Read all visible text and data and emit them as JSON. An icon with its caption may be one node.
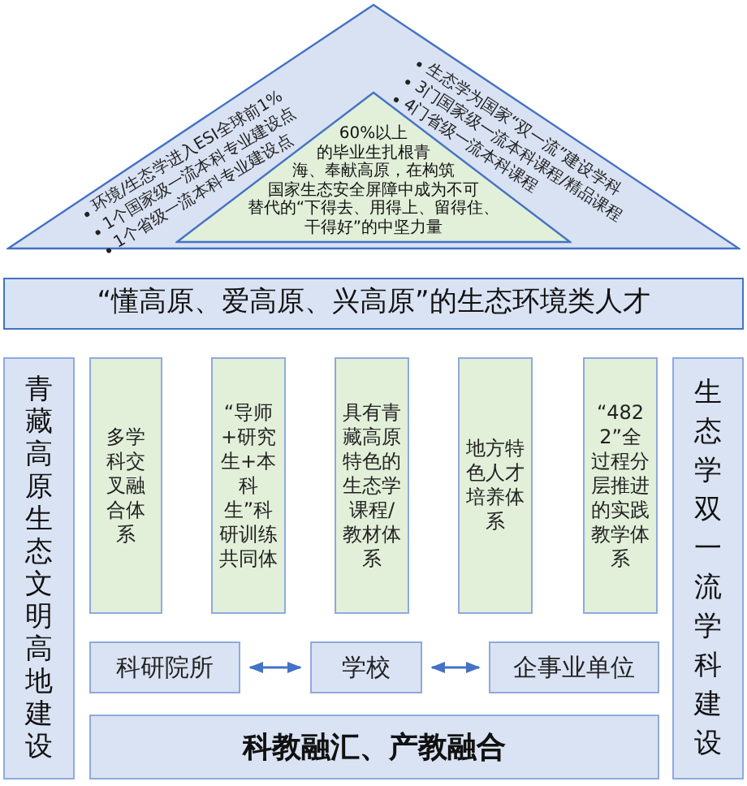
{
  "diagram": {
    "nodes": [
      {
        "text": [
          "环境/生态学进入ESI全球前1%",
          "1个国家级一流本科专业建设点",
          "1个省级一流本科专业建设点",
          "生态学为国家“双一流”建设学科",
          "3门国家级一流本科课程/精品课程",
          "4门省级一流本科课程"
        ]
      },
      {
        "text": [
          "60%以上的毕业生扎根青海、奉献高原，在构筑国家生态安全屏障中成为不可替代的“下得去、用得上、留得住、干得好”的中坚力量"
        ],
        "in": 0
      },
      {
        "text": [
          "“懂高原、爱高原、兴高原”的生态环境类人才"
        ]
      },
      {
        "text": [
          "青藏高原生态文明高地建设"
        ]
      },
      {
        "text": [
          "多学科交叉融合体系"
        ]
      },
      {
        "text": [
          "“导师+研究生+本科生”科研训练共同体"
        ]
      },
      {
        "text": [
          "具有青藏高原特色的生态学课程/教材体系"
        ]
      },
      {
        "text": [
          "地方特色人才培养体系"
        ]
      },
      {
        "text": [
          "“4822”全过程分层推进的实践教学体系"
        ]
      },
      {
        "text": [
          "生态学双一流学科建设"
        ]
      },
      {
        "text": [
          "科研院所"
        ]
      },
      {
        "text": [
          "学校"
        ]
      },
      {
        "text": [
          "企事业单位"
        ]
      },
      {
        "text": [
          "科教融汇、产教融合"
        ]
      }
    ],
    "edges": [
      {
        "from": 10,
        "to": 11,
        "arrow": "both"
      },
      {
        "from": 11,
        "to": 12,
        "arrow": "both"
      }
    ]
  }
}
